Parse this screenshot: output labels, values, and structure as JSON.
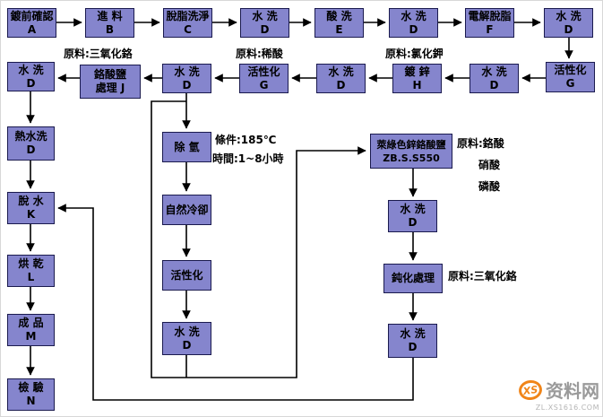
{
  "nodes": {
    "a": {
      "line1": "鍍前確認",
      "line2": "A"
    },
    "b": {
      "line1": "進  料",
      "line2": "B"
    },
    "c": {
      "line1": "脫脂洗淨",
      "line2": "C"
    },
    "d1": {
      "line1": "水  洗",
      "line2": "D"
    },
    "e": {
      "line1": "酸  洗",
      "line2": "E"
    },
    "d2": {
      "line1": "水  洗",
      "line2": "D"
    },
    "f": {
      "line1": "電解脫脂",
      "line2": "F"
    },
    "d3": {
      "line1": "水  洗",
      "line2": "D"
    },
    "g1": {
      "line1": "活性化",
      "line2": "G"
    },
    "d4": {
      "line1": "水  洗",
      "line2": "D"
    },
    "h": {
      "line1": "鍍  鋅",
      "line2": "H"
    },
    "d5": {
      "line1": "水  洗",
      "line2": "D"
    },
    "g2": {
      "line1": "活性化",
      "line2": "G"
    },
    "d6": {
      "line1": "水  洗",
      "line2": "D"
    },
    "j": {
      "line1": "鉻酸鹽",
      "line2": "處理 J"
    },
    "d7": {
      "line1": "水  洗",
      "line2": "D"
    },
    "hot": {
      "line1": "熱水洗",
      "line2": "D"
    },
    "k": {
      "line1": "脫  水",
      "line2": "K"
    },
    "l": {
      "line1": "烘  乾",
      "line2": "L"
    },
    "m": {
      "line1": "成  品",
      "line2": "M"
    },
    "n": {
      "line1": "檢  驗",
      "line2": "N"
    },
    "degas": {
      "line1": "除  氫"
    },
    "cool": {
      "line1": "自然冷卻"
    },
    "act": {
      "line1": "活性化"
    },
    "d8": {
      "line1": "水  洗",
      "line2": "D"
    },
    "zb": {
      "line1": "萊綠色鋅鉻酸鹽",
      "line2": "ZB.S.S550"
    },
    "d9": {
      "line1": "水  洗",
      "line2": "D"
    },
    "passiv": {
      "line1": "鈍化處理"
    },
    "d10": {
      "line1": "水  洗",
      "line2": "D"
    }
  },
  "labels": {
    "j_material": "原料:三氧化鉻",
    "g_material": "原料:稀酸",
    "h_material": "原料:氯化鉀",
    "degas_condition": "條件:185℃",
    "degas_time": "時間:1~8小時",
    "zb_material_1": "原料:鉻酸",
    "zb_material_2": "硝酸",
    "zb_material_3": "磷酸",
    "passiv_material": "原料:三氧化鉻"
  },
  "watermark": {
    "logo": "XS",
    "site": "资料网",
    "url": "ZL.XS1616.COM"
  },
  "colors": {
    "box_fill": "#8585cd",
    "box_border": "#1a1a4e",
    "line": "#000000",
    "watermark_orange": "#f08519",
    "watermark_gray": "#9a9a9a"
  }
}
